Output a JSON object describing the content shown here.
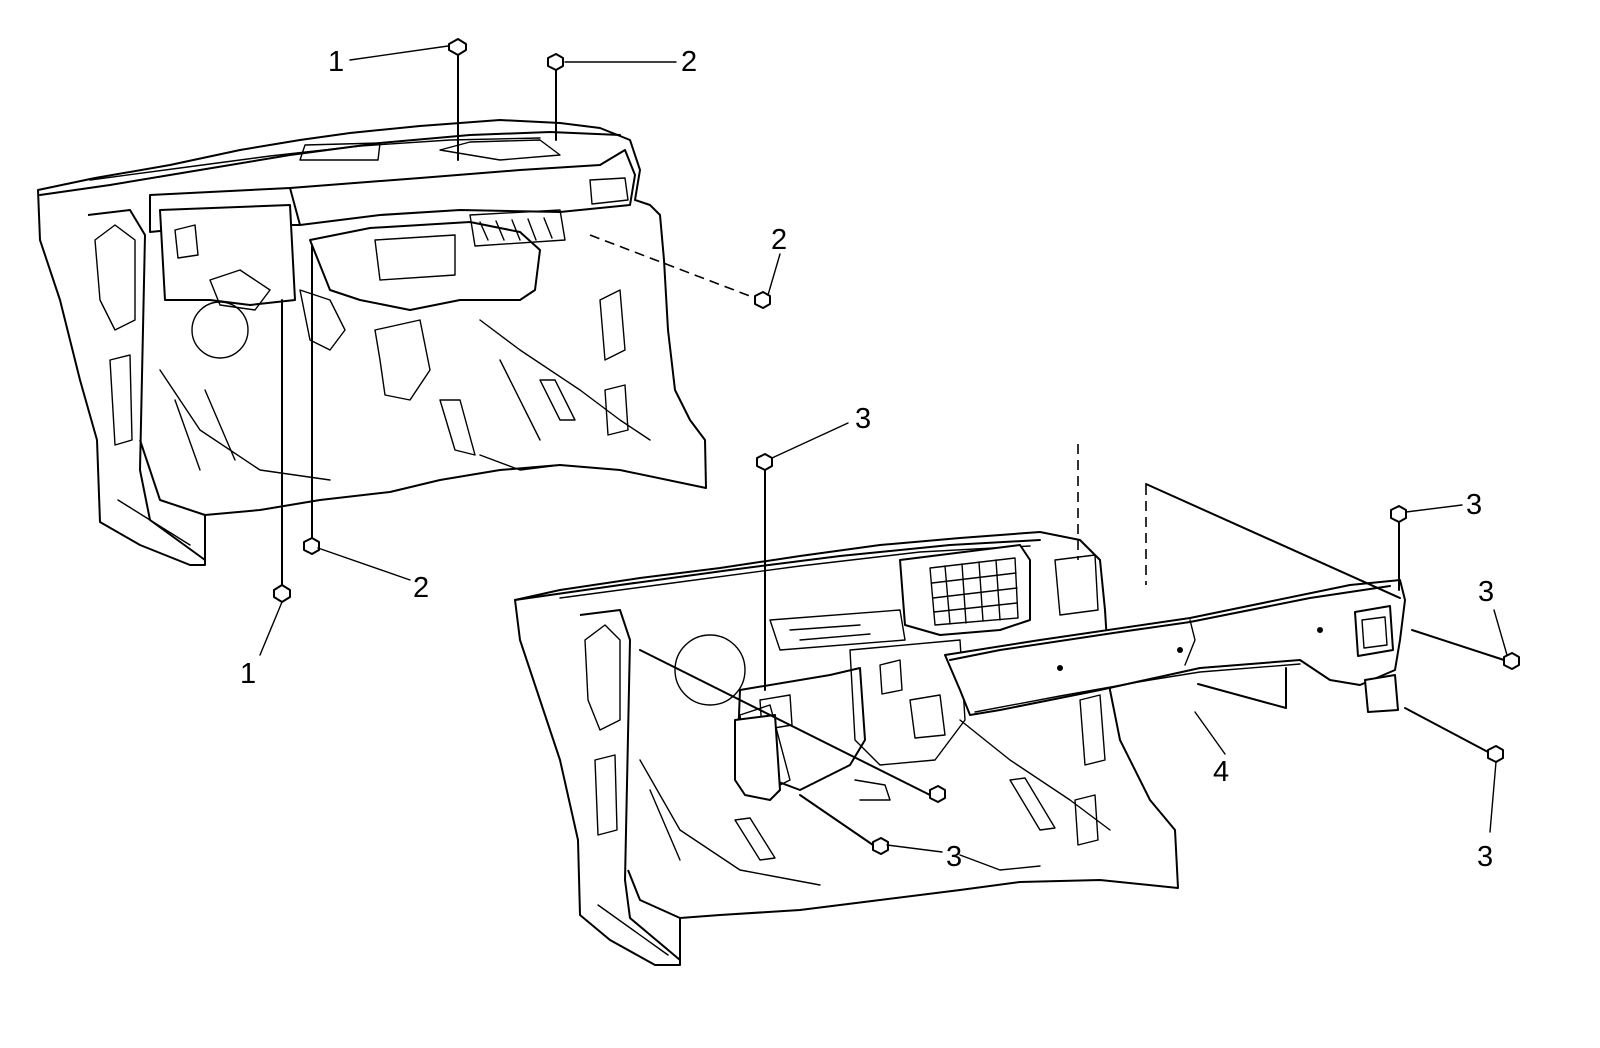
{
  "figure": {
    "callouts": [
      {
        "id": "c1-top",
        "label": "1"
      },
      {
        "id": "c2-top",
        "label": "2"
      },
      {
        "id": "c2-right",
        "label": "2"
      },
      {
        "id": "c2-bottom",
        "label": "2"
      },
      {
        "id": "c1-bottom",
        "label": "1"
      },
      {
        "id": "c3-top",
        "label": "3"
      },
      {
        "id": "c3-right-upper",
        "label": "3"
      },
      {
        "id": "c3-right-mid",
        "label": "3"
      },
      {
        "id": "c4",
        "label": "4"
      },
      {
        "id": "c3-center-bottom",
        "label": "3"
      },
      {
        "id": "c3-right-bottom",
        "label": "3"
      }
    ]
  }
}
